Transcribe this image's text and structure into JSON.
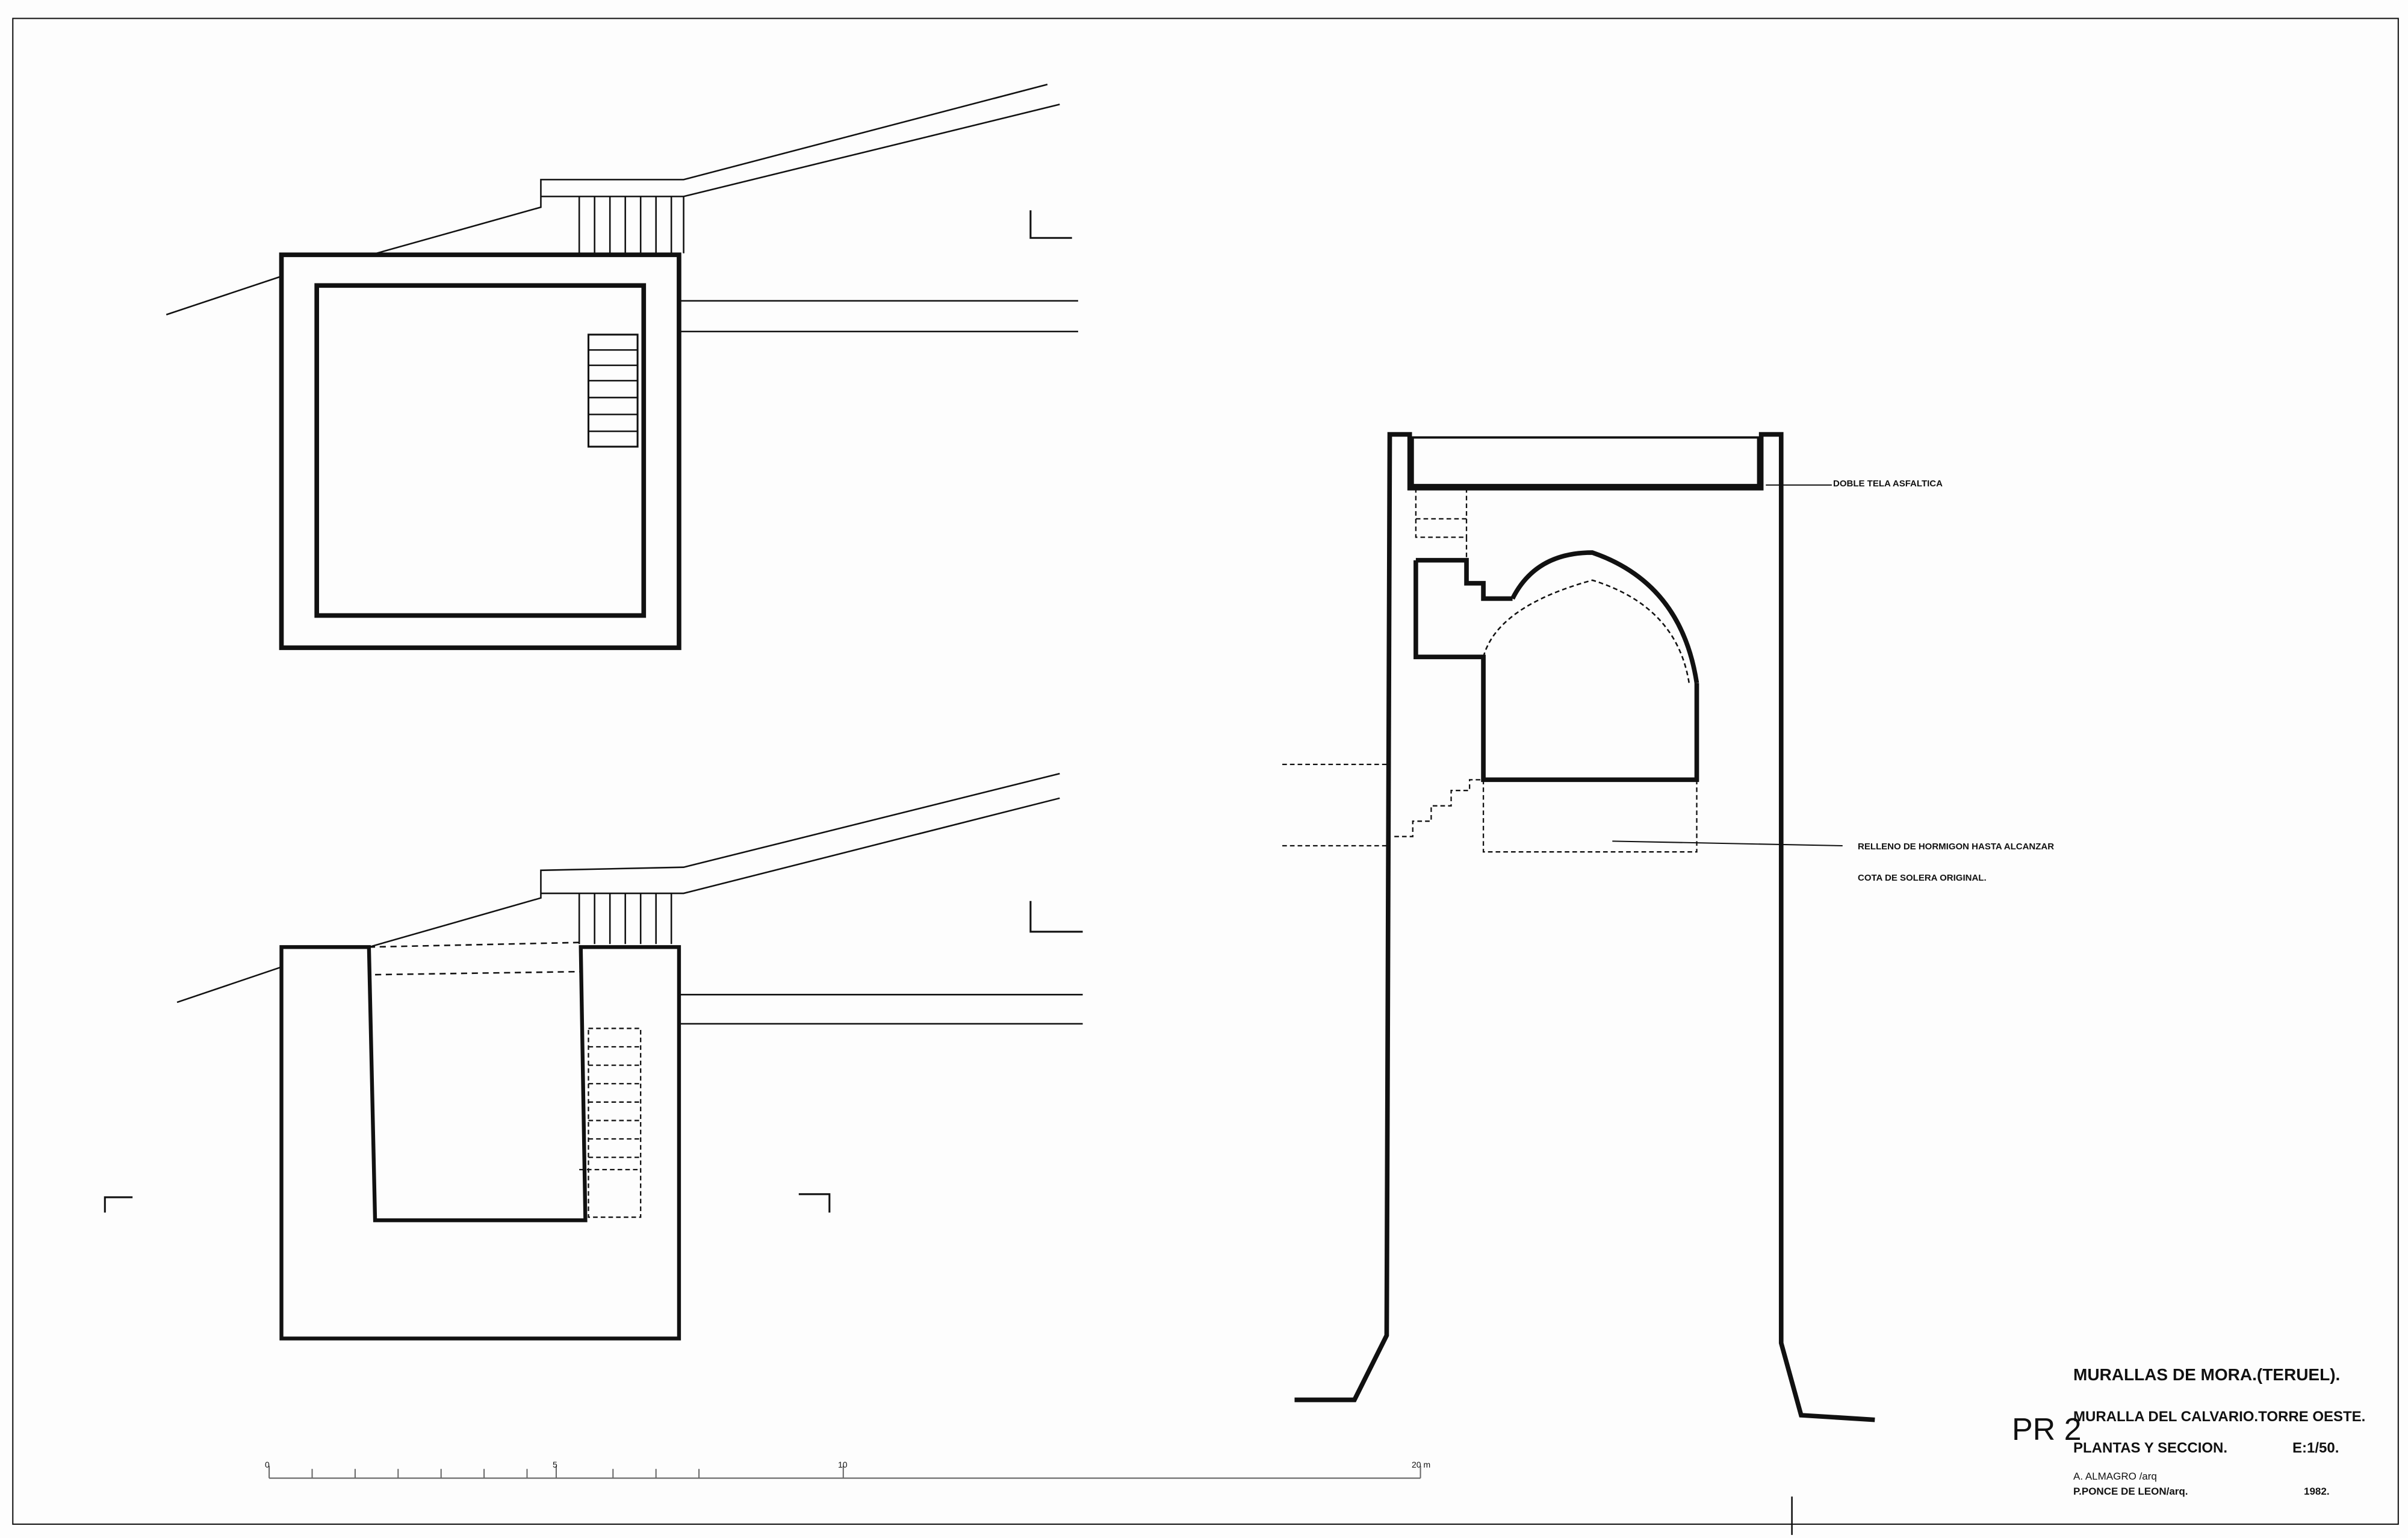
{
  "annotations": {
    "roof": "DOBLE TELA ASFALTICA",
    "fill_line1": "RELLENO DE HORMIGON HASTA ALCANZAR",
    "fill_line2": "COTA DE SOLERA ORIGINAL."
  },
  "scale_bar": {
    "labels": [
      "0",
      "5",
      "10",
      "20 m"
    ]
  },
  "title_block": {
    "sheet_number": "PR 2",
    "project": "MURALLAS DE MORA.(TERUEL).",
    "subject": "MURALLA DEL CALVARIO.TORRE OESTE.",
    "drawing": "PLANTAS Y SECCION.",
    "scale": "E:1/50.",
    "author1": "A. ALMAGRO /arq",
    "author2": "P.PONCE DE LEON/arq.",
    "year": "1982."
  }
}
